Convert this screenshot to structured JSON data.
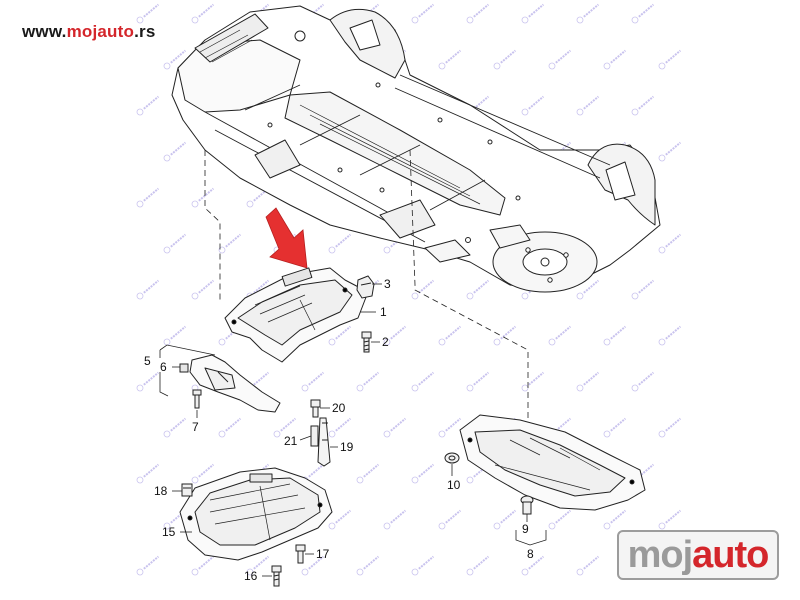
{
  "site": {
    "prefix": "www.",
    "brand": "mojauto",
    "suffix": ".rs"
  },
  "logo": {
    "part1": "moj",
    "part2": "auto"
  },
  "colors": {
    "accent": "#d4262b",
    "watermark": "#c9c3ee",
    "line": "#222222"
  },
  "callouts": [
    "1",
    "2",
    "3",
    "5",
    "6",
    "7",
    "8",
    "9",
    "10",
    "15",
    "16",
    "17",
    "18",
    "19",
    "20",
    "21"
  ]
}
